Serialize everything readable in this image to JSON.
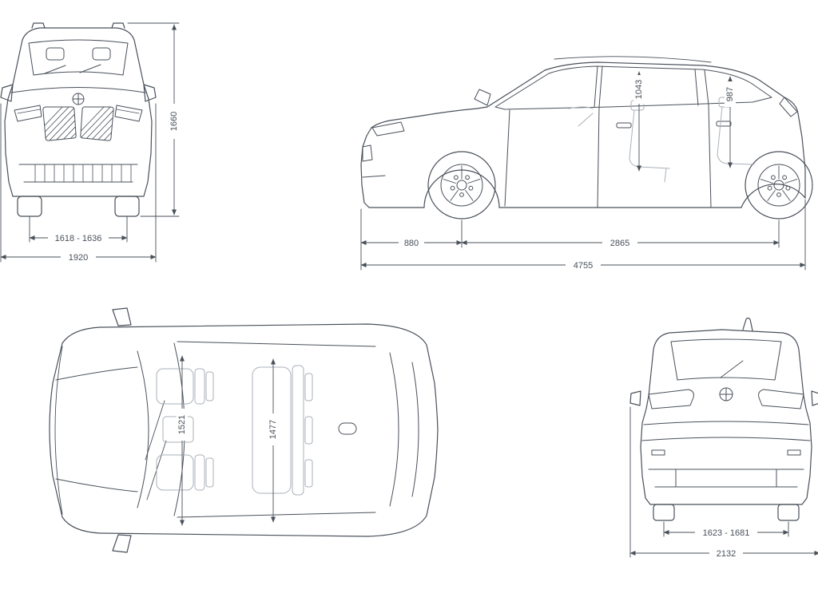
{
  "diagram": {
    "colors": {
      "line": "#49505a",
      "faint": "#aab0b8",
      "background": "#ffffff"
    },
    "front_view": {
      "overall_height": "1660",
      "track_width": "1618 - 1636",
      "overall_width": "1920"
    },
    "side_view": {
      "interior_height_front": "1043",
      "interior_height_rear": "987",
      "front_overhang": "880",
      "wheelbase": "2865",
      "overall_length": "4755"
    },
    "top_view": {
      "interior_width_front": "1521",
      "interior_width_rear": "1477"
    },
    "rear_view": {
      "track_width": "1623 - 1681",
      "overall_width_incl_mirrors": "2132"
    }
  }
}
